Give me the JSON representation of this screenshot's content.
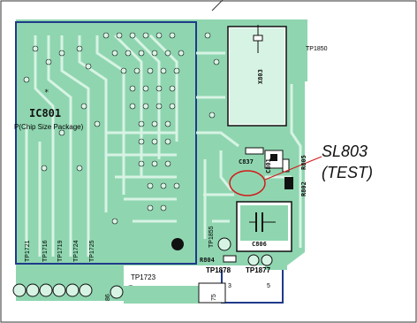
{
  "board": {
    "colors": {
      "pcb_green": "#8fd6b0",
      "trace_light": "#d7f3e4",
      "outline_blue": "#1f3a8a",
      "highlight_red": "#d11a1a",
      "silkscreen": "#111111"
    },
    "ic": {
      "name": "IC801",
      "package": "P(Chip Size Package)",
      "pin_marker": "*"
    },
    "components": {
      "crystal": "X803",
      "cap_c806": "C806",
      "cap_c837": "C837",
      "res_r802": "R802",
      "res_r805": "R805",
      "res_r804": "R804",
      "c801": "C801",
      "cap_86": "86",
      "cap_75": "75"
    },
    "test_points": {
      "tp1850": "TP1850",
      "tp1721": "TP1721",
      "tp1716": "TP1716",
      "tp1719": "TP1719",
      "tp1724": "TP1724",
      "tp1725": "TP1725",
      "tp1855": "TP1855",
      "tp1723": "TP1723",
      "tp1878": "TP1878",
      "tp1877": "TP1877"
    },
    "callout": {
      "ref": "SL803",
      "note": "(TEST)"
    },
    "pad_labels": {
      "pad3": "3",
      "pad5": "5"
    }
  }
}
